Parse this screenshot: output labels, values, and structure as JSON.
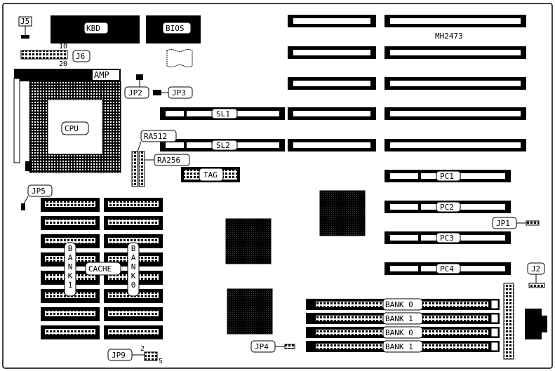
{
  "labels": {
    "j5": "J5",
    "kbd": "KBD",
    "bios": "BIOS",
    "model": "MH2473",
    "j6": "J6",
    "j6_pin10": "10",
    "j6_pin20": "20",
    "amp": "AMP",
    "cpu": "CPU",
    "jp2": "JP2",
    "jp3": "JP3",
    "sl1": "SL1",
    "sl2": "SL2",
    "ra512": "RA512",
    "ra256": "RA256",
    "tag": "TAG",
    "jp5": "JP5",
    "bank1_v": "BANK1",
    "bank0_v": "BANK0",
    "cache": "CACHE",
    "pc1": "PC1",
    "pc2": "PC2",
    "pc3": "PC3",
    "pc4": "PC4",
    "jp1": "JP1",
    "j2": "J2",
    "jp4": "JP4",
    "jp9": "JP9",
    "jp9_pin2": "2",
    "jp9_pin5": "5",
    "simm_banks": [
      "BANK 0",
      "BANK 1",
      "BANK 0",
      "BANK 1"
    ]
  },
  "colors": {
    "ink": "#000000",
    "paper": "#ffffff"
  }
}
